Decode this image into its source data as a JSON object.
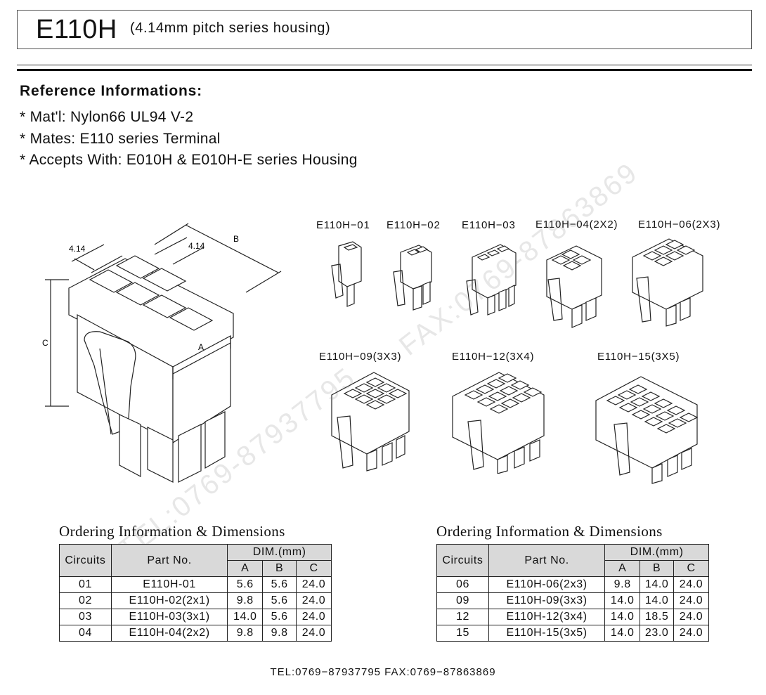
{
  "header": {
    "model": "E110H",
    "subtitle": "(4.14mm pitch series housing)"
  },
  "reference": {
    "heading": "Reference Informations:",
    "lines": [
      "* Mat'l: Nylon66 UL94 V-2",
      "* Mates: E110 series Terminal",
      "* Accepts With: E010H & E010H-E series Housing"
    ]
  },
  "drawing": {
    "pitch_label_1": "4.14",
    "pitch_label_2": "4.14",
    "dim_a": "A",
    "dim_b": "B",
    "dim_c": "C"
  },
  "variants": [
    "E110H−01",
    "E110H−02",
    "E110H−03",
    "E110H−04(2X2)",
    "E110H−06(2X3)",
    "E110H−09(3X3)",
    "E110H−12(3X4)",
    "E110H−15(3X5)"
  ],
  "watermarks": {
    "tel": "TEL:0769-87937795",
    "fax": "FAX:0769-87863869"
  },
  "tables": [
    {
      "title": "Ordering Information & Dimensions",
      "headers": {
        "circuits": "Circuits",
        "part_no": "Part No.",
        "dim": "DIM.(mm)",
        "a": "A",
        "b": "B",
        "c": "C"
      },
      "rows": [
        [
          "01",
          "E110H-01",
          "5.6",
          "5.6",
          "24.0"
        ],
        [
          "02",
          "E110H-02(2x1)",
          "9.8",
          "5.6",
          "24.0"
        ],
        [
          "03",
          "E110H-03(3x1)",
          "14.0",
          "5.6",
          "24.0"
        ],
        [
          "04",
          "E110H-04(2x2)",
          "9.8",
          "9.8",
          "24.0"
        ]
      ]
    },
    {
      "title": "Ordering Information & Dimensions",
      "headers": {
        "circuits": "Circuits",
        "part_no": "Part No.",
        "dim": "DIM.(mm)",
        "a": "A",
        "b": "B",
        "c": "C"
      },
      "rows": [
        [
          "06",
          "E110H-06(2x3)",
          "9.8",
          "14.0",
          "24.0"
        ],
        [
          "09",
          "E110H-09(3x3)",
          "14.0",
          "14.0",
          "24.0"
        ],
        [
          "12",
          "E110H-12(3x4)",
          "14.0",
          "18.5",
          "24.0"
        ],
        [
          "15",
          "E110H-15(3x5)",
          "14.0",
          "23.0",
          "24.0"
        ]
      ]
    }
  ],
  "footer": "TEL:0769−87937795   FAX:0769−87863869"
}
